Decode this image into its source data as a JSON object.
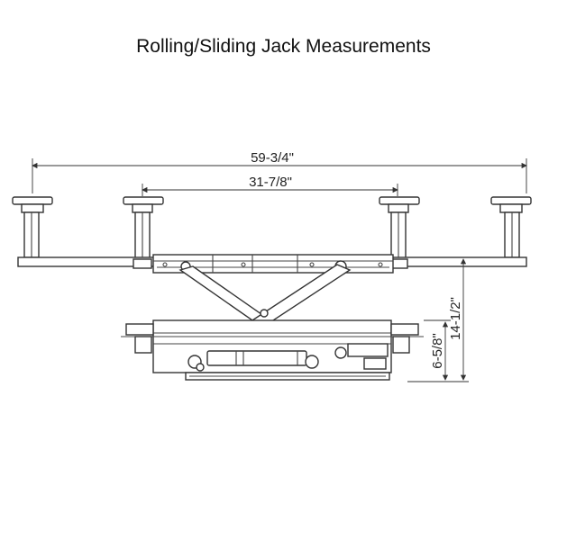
{
  "title": "Rolling/Sliding Jack Measurements",
  "dimensions": {
    "overall_width": "59-3/4\"",
    "inner_width": "31-7/8\"",
    "max_height": "14-1/2\"",
    "min_height": "6-5/8\""
  }
}
